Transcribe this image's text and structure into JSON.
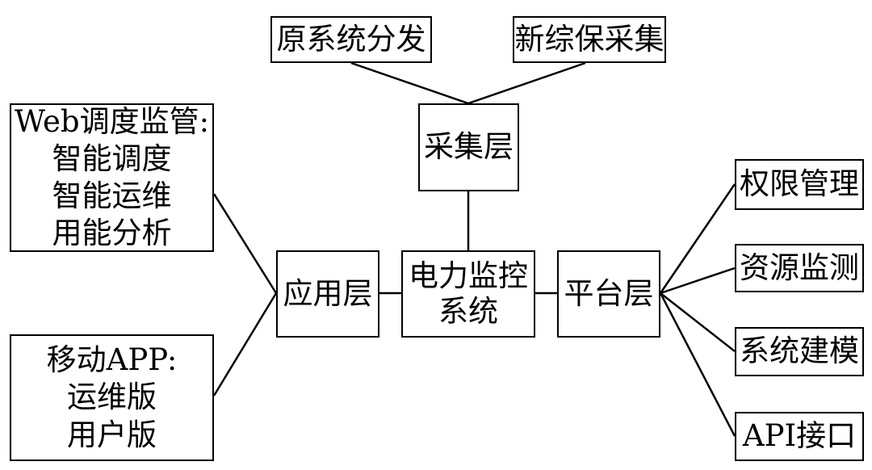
{
  "diagram": {
    "center": {
      "lines": [
        "电力监控",
        "系统"
      ]
    },
    "acquisition_layer": {
      "label": "采集层"
    },
    "application_layer": {
      "label": "应用层"
    },
    "platform_layer": {
      "label": "平台层"
    },
    "sources": {
      "original_system": "原系统分发",
      "new_integrated": "新综保采集"
    },
    "web_monitoring": {
      "title": "Web调度监管:",
      "items": [
        "智能调度",
        "智能运维",
        "用能分析"
      ]
    },
    "mobile_app": {
      "title": "移动APP:",
      "items": [
        "运维版",
        "用户版"
      ]
    },
    "platform_modules": [
      "权限管理",
      "资源监测",
      "系统建模",
      "API接口"
    ]
  }
}
